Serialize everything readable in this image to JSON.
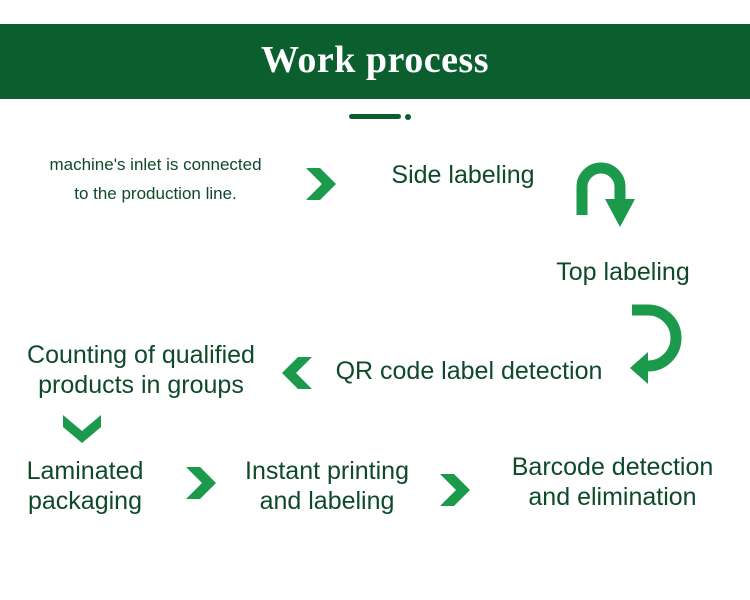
{
  "header": {
    "title": "Work process"
  },
  "steps": {
    "inlet_line1": "machine's inlet is connected",
    "inlet_line2": "to the production line.",
    "side": "Side labeling",
    "top": "Top labeling",
    "qr": "QR code label detection",
    "counting_line1": "Counting of qualified",
    "counting_line2": "products in groups",
    "laminated_line1": "Laminated",
    "laminated_line2": "packaging",
    "printing_line1": "Instant printing",
    "printing_line2": "and labeling",
    "barcode_line1": "Barcode detection",
    "barcode_line2": "and elimination"
  },
  "colors": {
    "banner": "#0b5e2e",
    "arrow": "#1a9a4a",
    "text": "#0e4a2a"
  },
  "icons": [
    "chevron-right-icon",
    "u-turn-down-arrow-icon",
    "u-turn-left-arrow-icon",
    "chevron-left-icon",
    "chevron-down-icon"
  ]
}
